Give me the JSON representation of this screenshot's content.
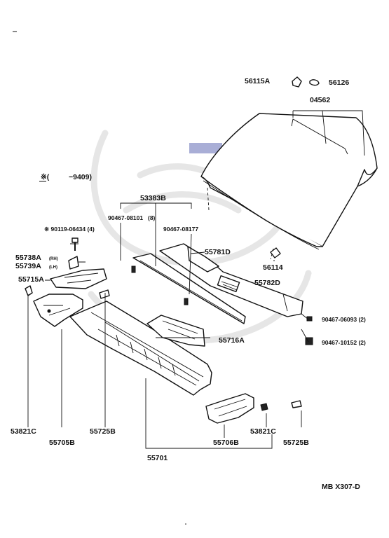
{
  "diagram": {
    "note": {
      "symbol": "※(",
      "range": "−9409)"
    },
    "footer_code": "MB  X307-D",
    "highlight_color": "#a9aed6",
    "labels": {
      "p56115A": "56115A",
      "p56126": "56126",
      "p04562": "04562",
      "p53383B": "53383B",
      "p90467_08101": "90467-08101",
      "p90467_08101_qty": "(8)",
      "p90467_08177": "90467-08177",
      "p90119": "※ 90119-06434 (4)",
      "p55738A": "55738A",
      "p55738A_suffix": "(RH)",
      "p55739A": "55739A",
      "p55739A_suffix": "(LH)",
      "p55781D": "55781D",
      "p56114": "56114",
      "p55782D": "55782D",
      "p55715A": "55715A",
      "p90467_06093": "90467-06093  (2)",
      "p90467_10152": "90467-10152  (2)",
      "p55716A": "55716A",
      "p53821C_left": "53821C",
      "p55705B": "55705B",
      "p55725B_left": "55725B",
      "p55706B": "55706B",
      "p53821C_right": "53821C",
      "p55725B_right": "55725B",
      "p55701": "55701"
    }
  }
}
